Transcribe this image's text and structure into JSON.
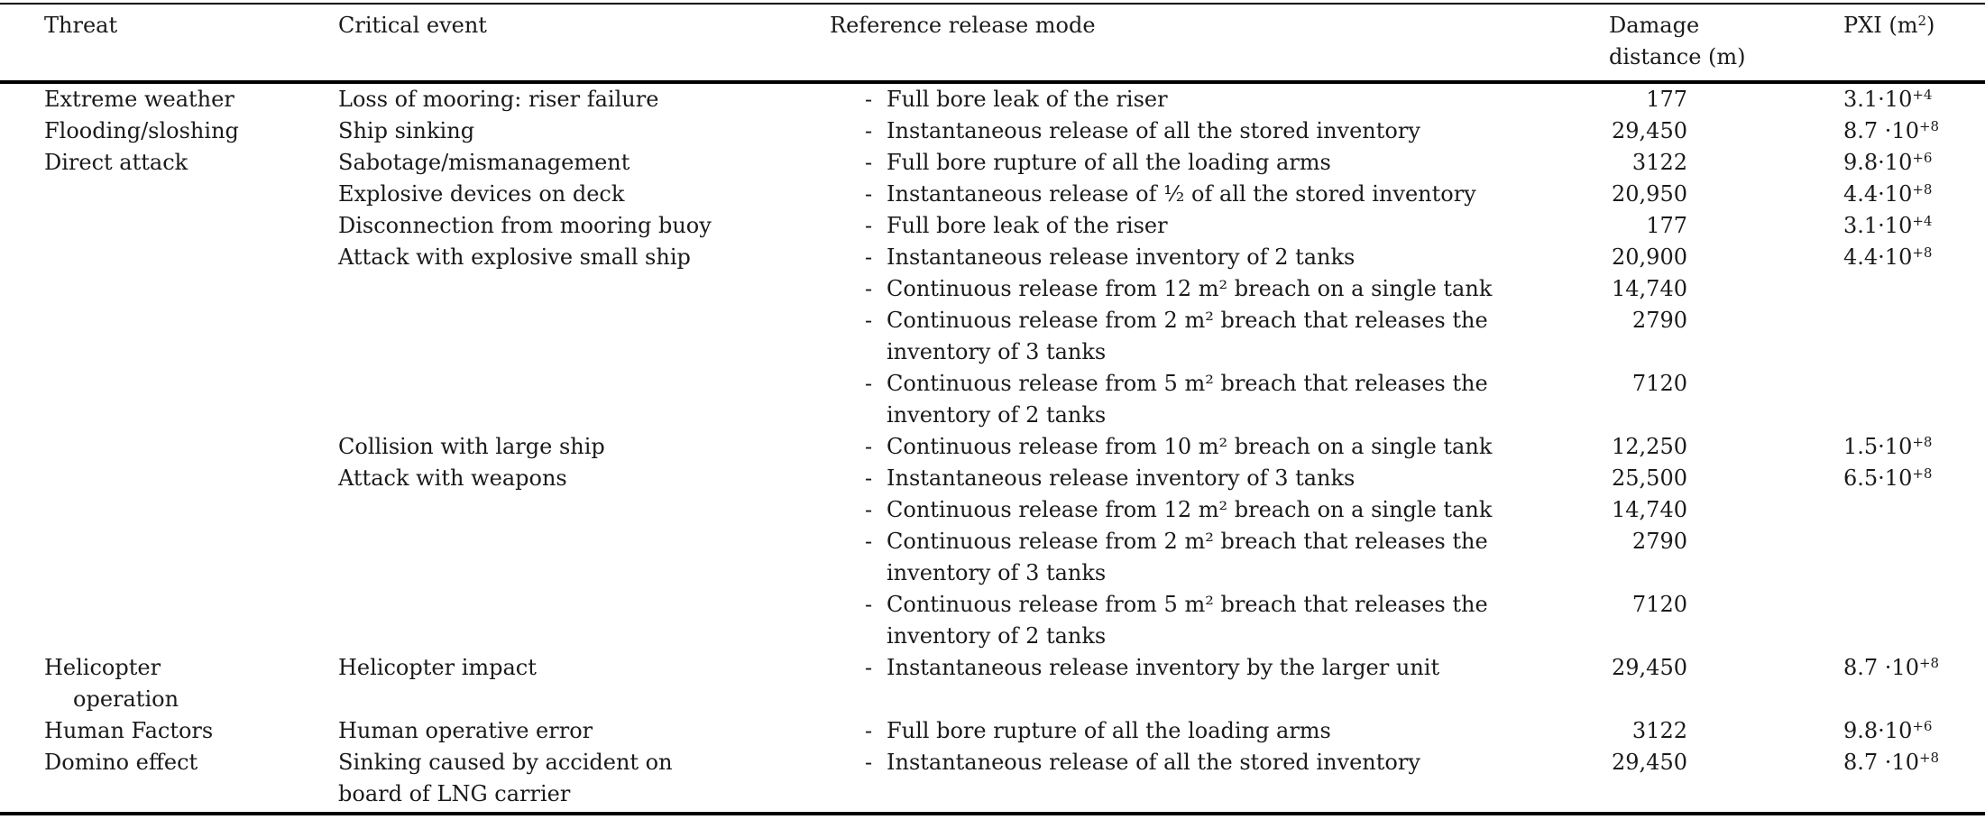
{
  "table": {
    "bullet": "-",
    "colors": {
      "text": "#1a1a1a",
      "rule": "#000000"
    },
    "header": {
      "threat": "Threat",
      "critical_event": "Critical event",
      "release_mode": "Reference release mode",
      "damage_line1": "Damage",
      "damage_line2": "distance (m)",
      "pxi_pre": "PXI (m",
      "pxi_sup": "2",
      "pxi_post": ")"
    },
    "rows": [
      {
        "threat": "Extreme weather",
        "critical_event": "Loss of mooring: riser failure",
        "dash": true,
        "release_mode": "Full bore leak of the riser",
        "damage_distance": "177",
        "pxi_base": "3.1·10",
        "pxi_exp": "+4"
      },
      {
        "threat": "Flooding/sloshing",
        "critical_event": "Ship sinking",
        "dash": true,
        "release_mode": "Instantaneous release of all the stored inventory",
        "damage_distance": "29,450",
        "pxi_base": "8.7 ·10",
        "pxi_exp": "+8"
      },
      {
        "threat": "Direct attack",
        "critical_event": "Sabotage/mismanagement",
        "dash": true,
        "release_mode": "Full bore rupture of all the loading arms",
        "damage_distance": "3122",
        "pxi_base": "9.8·10",
        "pxi_exp": "+6"
      },
      {
        "critical_event": "Explosive devices on deck",
        "dash": true,
        "release_mode": "Instantaneous release of ½ of all the stored inventory",
        "damage_distance": "20,950",
        "pxi_base": "4.4·10",
        "pxi_exp": "+8"
      },
      {
        "critical_event": "Disconnection from mooring buoy",
        "dash": true,
        "release_mode": "Full bore leak of the riser",
        "damage_distance": "177",
        "pxi_base": "3.1·10",
        "pxi_exp": "+4"
      },
      {
        "critical_event": "Attack with explosive small ship",
        "dash": true,
        "release_mode": "Instantaneous release inventory of 2 tanks",
        "damage_distance": "20,900",
        "pxi_base": "4.4·10",
        "pxi_exp": "+8"
      },
      {
        "dash": true,
        "release_mode": "Continuous release from 12 m² breach on a single tank",
        "damage_distance": "14,740"
      },
      {
        "dash": true,
        "release_mode": "Continuous release from 2 m² breach that releases the",
        "damage_distance": "2790"
      },
      {
        "release_mode": "inventory of 3 tanks"
      },
      {
        "dash": true,
        "release_mode": "Continuous release from 5 m² breach that releases the",
        "damage_distance": "7120"
      },
      {
        "release_mode": "inventory of 2 tanks"
      },
      {
        "critical_event": "Collision with large ship",
        "dash": true,
        "release_mode": "Continuous release from 10 m² breach on a single tank",
        "damage_distance": "12,250",
        "pxi_base": "1.5·10",
        "pxi_exp": "+8"
      },
      {
        "critical_event": "Attack with weapons",
        "dash": true,
        "release_mode": "Instantaneous release inventory of 3 tanks",
        "damage_distance": "25,500",
        "pxi_base": "6.5·10",
        "pxi_exp": "+8"
      },
      {
        "dash": true,
        "release_mode": "Continuous release from 12 m² breach on a single tank",
        "damage_distance": "14,740"
      },
      {
        "dash": true,
        "release_mode": "Continuous release from 2 m² breach that releases the",
        "damage_distance": "2790"
      },
      {
        "release_mode": "inventory of 3 tanks"
      },
      {
        "dash": true,
        "release_mode": "Continuous release from 5 m² breach that releases the",
        "damage_distance": "7120"
      },
      {
        "release_mode": "inventory of 2 tanks"
      },
      {
        "threat": "Helicopter",
        "critical_event": "Helicopter impact",
        "dash": true,
        "release_mode": "Instantaneous release inventory by the larger unit",
        "damage_distance": "29,450",
        "pxi_base": "8.7 ·10",
        "pxi_exp": "+8"
      },
      {
        "threat": "operation",
        "threat_indent": true
      },
      {
        "threat": "Human Factors",
        "critical_event": "Human operative error",
        "dash": true,
        "release_mode": "Full bore rupture of all the loading arms",
        "damage_distance": "3122",
        "pxi_base": "9.8·10",
        "pxi_exp": "+6"
      },
      {
        "threat": "Domino effect",
        "critical_event": "Sinking caused by accident on",
        "dash": true,
        "release_mode": "Instantaneous release of all the stored inventory",
        "damage_distance": "29,450",
        "pxi_base": "8.7 ·10",
        "pxi_exp": "+8"
      },
      {
        "critical_event": "board of LNG carrier"
      }
    ]
  }
}
